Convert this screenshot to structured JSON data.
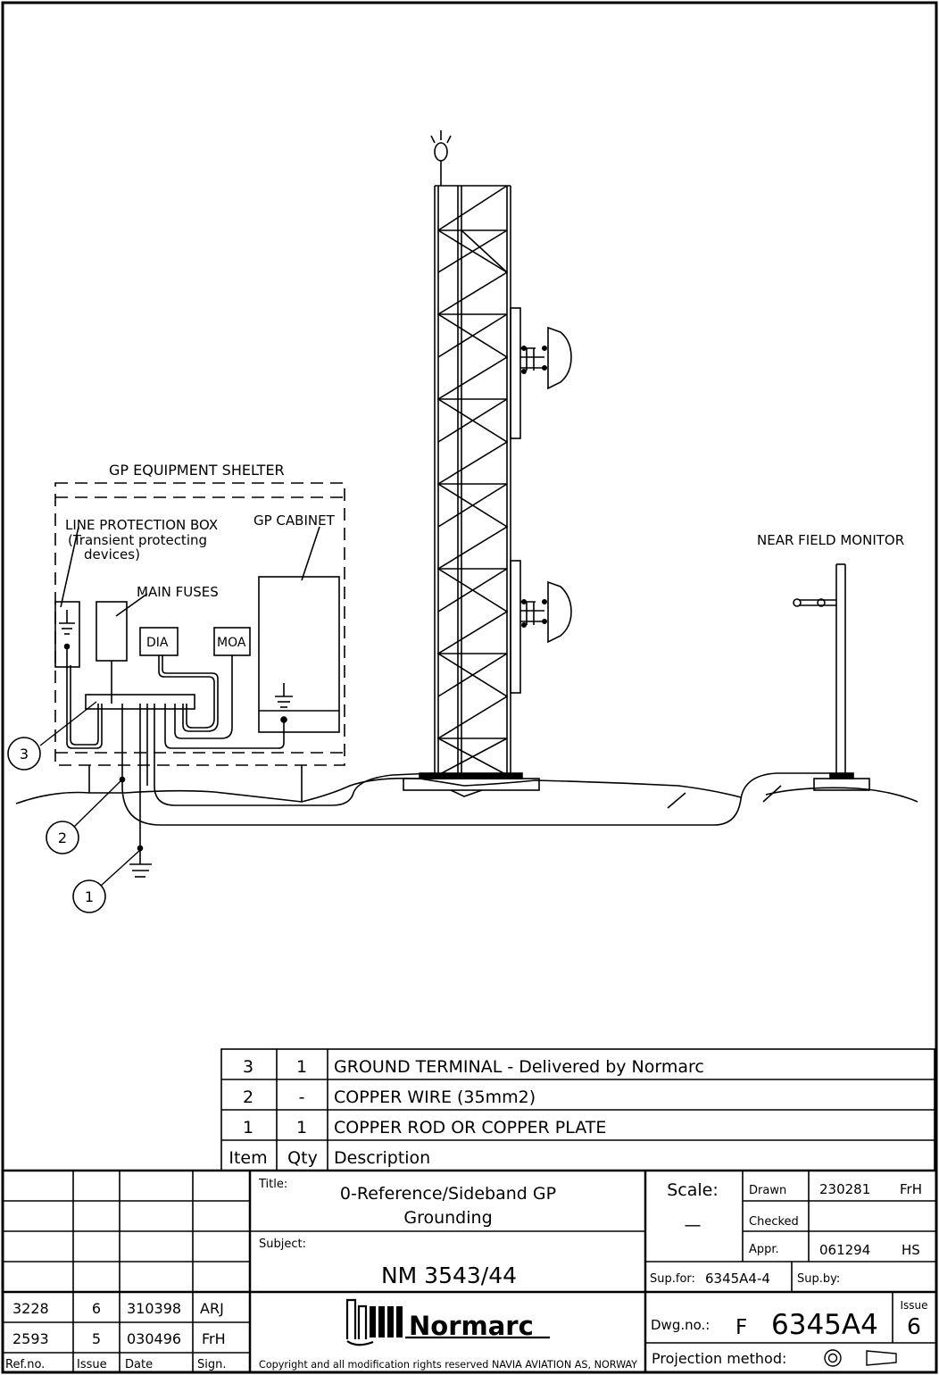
{
  "drawing": {
    "labels": {
      "shelter": "GP EQUIPMENT SHELTER",
      "line_protection": "LINE PROTECTION BOX",
      "transient_1": "(Transient protecting",
      "transient_2": "devices)",
      "gp_cabinet": "GP CABINET",
      "main_fuses": "MAIN FUSES",
      "dia": "DIA",
      "moa": "MOA",
      "near_field_monitor": "NEAR FIELD MONITOR"
    },
    "callouts": [
      "3",
      "2",
      "1"
    ]
  },
  "parts_list": {
    "rows": [
      {
        "item": "3",
        "qty": "1",
        "description": "GROUND TERMINAL - Delivered by Normarc"
      },
      {
        "item": "2",
        "qty": "-",
        "description": "COPPER WIRE (35mm2)"
      },
      {
        "item": "1",
        "qty": "1",
        "description": "COPPER ROD OR COPPER  PLATE"
      }
    ],
    "header": {
      "item": "Item",
      "qty": "Qty",
      "description": "Description"
    }
  },
  "title_block": {
    "revisions": [
      {
        "ref": "3228",
        "issue": "6",
        "date": "310398",
        "sign": "ARJ"
      },
      {
        "ref": "2593",
        "issue": "5",
        "date": "030496",
        "sign": "FrH"
      }
    ],
    "rev_headers": {
      "ref": "Ref.no.",
      "issue": "Issue",
      "date": "Date",
      "sign": "Sign."
    },
    "title_label": "Title:",
    "title_line1": "0-Reference/Sideband GP",
    "title_line2": "Grounding",
    "subject_label": "Subject:",
    "subject": "NM 3543/44",
    "company": "Normarc",
    "copyright": "Copyright and all modification rights reserved NAVIA AVIATION AS, NORWAY",
    "scale_label": "Scale:",
    "scale_value": "—",
    "drawn_label": "Drawn",
    "drawn_date": "230281",
    "drawn_sign": "FrH",
    "checked_label": "Checked",
    "appr_label": "Appr.",
    "appr_date": "061294",
    "appr_sign": "HS",
    "sup_for_label": "Sup.for:",
    "sup_for_value": "6345A4-4",
    "sup_by_label": "Sup.by:",
    "dwg_label": "Dwg.no.:",
    "dwg_prefix": "F",
    "dwg_number": "6345A4",
    "issue_label": "Issue",
    "issue_value": "6",
    "projection_label": "Projection method:"
  }
}
